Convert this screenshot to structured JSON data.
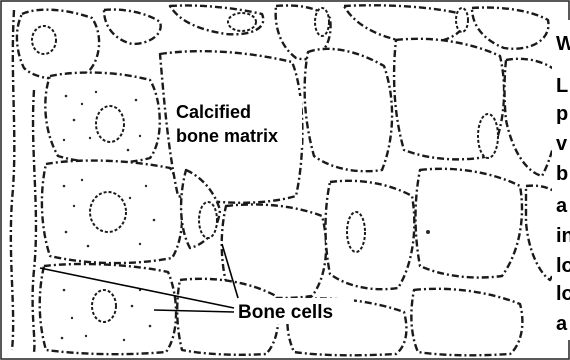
{
  "labels": {
    "matrix_line1": "Calcified",
    "matrix_line2": "bone matrix",
    "cells": "Bone cells"
  },
  "side_text": {
    "heading": "W",
    "lines": [
      "L",
      "p",
      "v",
      "b",
      "a",
      "in",
      "lo",
      "lo",
      "a"
    ]
  }
}
